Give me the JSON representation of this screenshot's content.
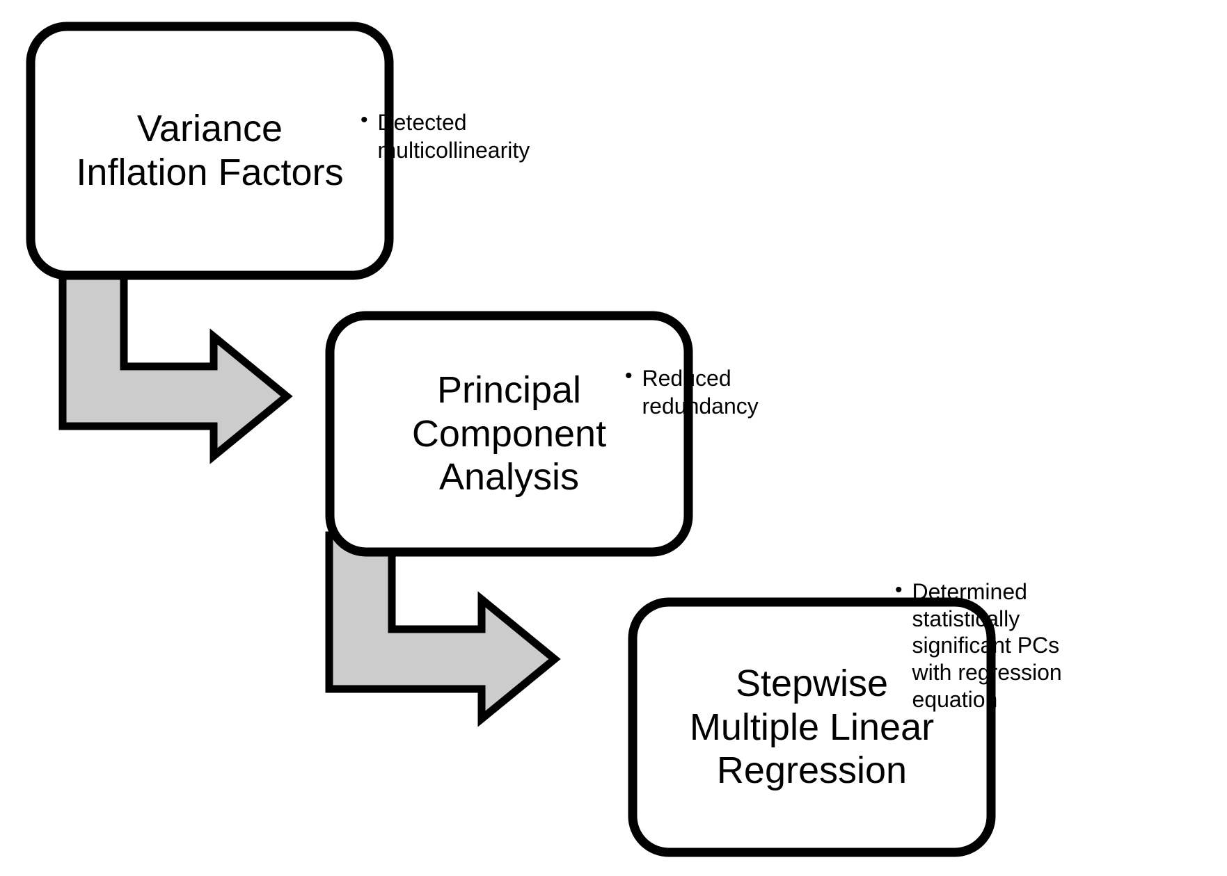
{
  "diagram": {
    "title": "Statistical analysis workflow",
    "background_color": "#ffffff",
    "outline_color": "#000000",
    "arrow_fill_color": "#cccccc",
    "steps": [
      {
        "id": "variance-inflation-factors",
        "label": "Variance\nInflation Factors",
        "bullet_marker": "•",
        "bullet_text": "Detected\nmulticollinearity"
      },
      {
        "id": "principal-component-analysis",
        "label": "Principal\nComponent\nAnalysis",
        "bullet_marker": "•",
        "bullet_text": "Reduced\nredundancy"
      },
      {
        "id": "stepwise-multiple-linear-regression",
        "label": "Stepwise\nMultiple Linear\nRegression",
        "bullet_marker": "•",
        "bullet_text": "Determined\nstatistically\nsignificant PCs\nwith regression\nequation"
      }
    ],
    "connectors": [
      {
        "id": "arrow-vif-to-pca",
        "from": "variance-inflation-factors",
        "to": "principal-component-analysis",
        "shape": "bent-right-arrow"
      },
      {
        "id": "arrow-pca-to-smlr",
        "from": "principal-component-analysis",
        "to": "stepwise-multiple-linear-regression",
        "shape": "bent-right-arrow"
      }
    ]
  }
}
